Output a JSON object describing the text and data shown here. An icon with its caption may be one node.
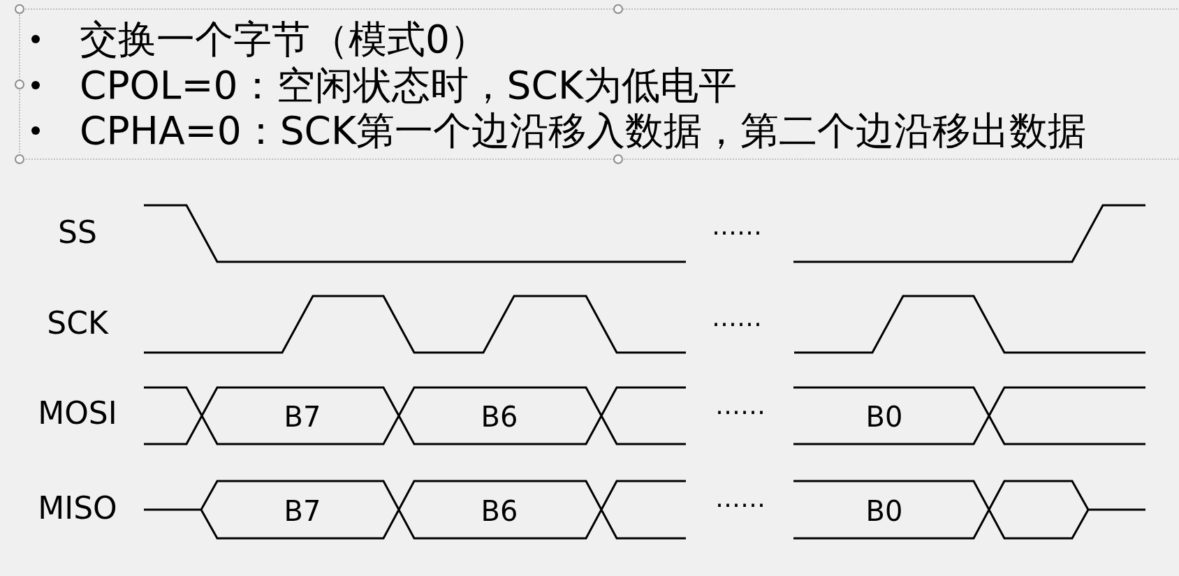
{
  "diagram": {
    "labels": [
      "交换一个字节（模式0）",
      "CPOL=0：空闲状态时，SCK为低电平",
      "CPHA=0：SCK第一个边沿移入数据，第二个边沿移出数据",
      "SS",
      "……",
      "SCK",
      "……",
      "MOSI",
      "B7",
      "B6",
      "……",
      "B0",
      "MISO",
      "B7",
      "B6",
      "……",
      "B0"
    ]
  }
}
